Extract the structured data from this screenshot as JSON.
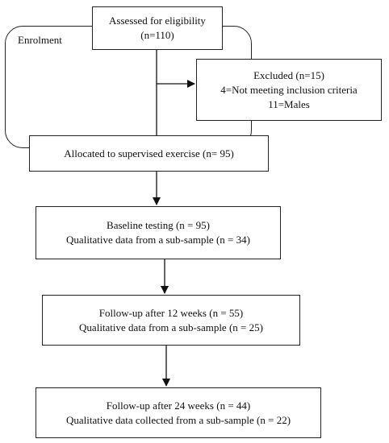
{
  "enrolment_label": "Enrolment",
  "boxes": {
    "assessed": [
      "Assessed for eligibility",
      "(n=110)"
    ],
    "excluded": [
      "Excluded (n=15)",
      "4=Not meeting inclusion criteria",
      "11=Males"
    ],
    "allocated": [
      "Allocated to supervised exercise (n= 95)"
    ],
    "baseline": [
      "Baseline testing (n = 95)",
      "Qualitative data from a sub-sample (n = 34)"
    ],
    "followup12": [
      "Follow-up after 12 weeks (n = 55)",
      "Qualitative data from a sub-sample (n = 25)"
    ],
    "followup24": [
      "Follow-up after 24 weeks (n = 44)",
      "Qualitative data collected from a sub-sample (n = 22)"
    ]
  }
}
